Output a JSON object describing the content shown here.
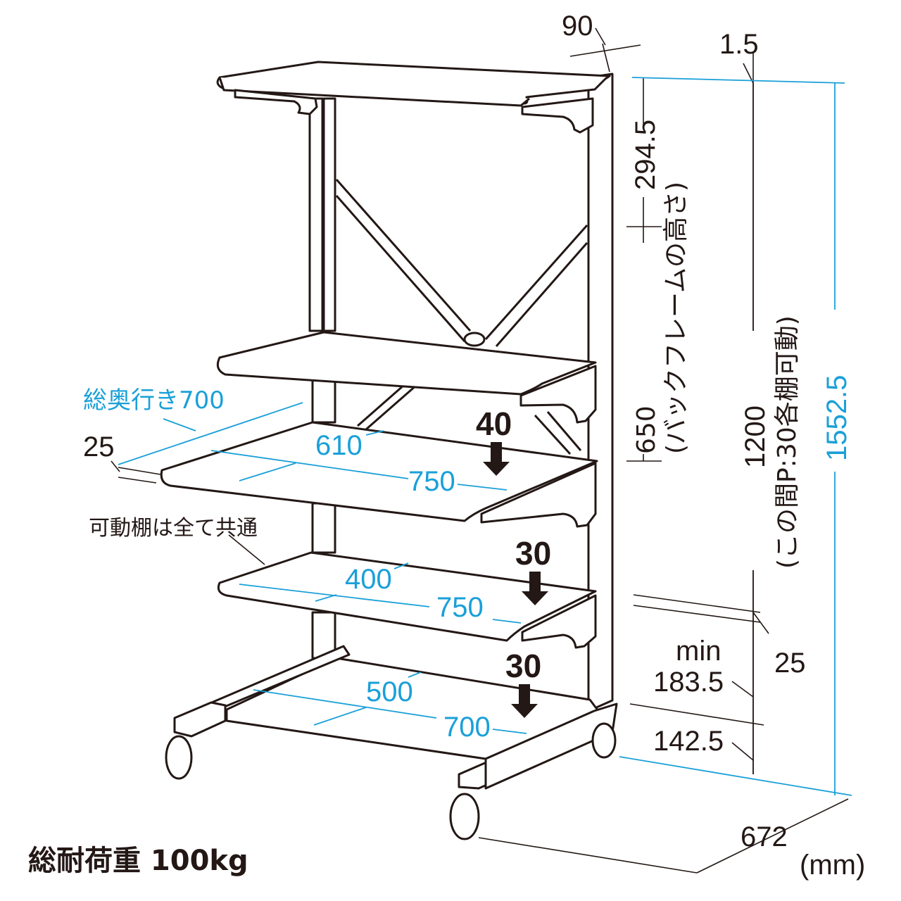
{
  "unit_label": "(mm)",
  "total_load": "総耐荷重 100kg",
  "common_shelf_note": "可動棚は全て共通",
  "total_depth_label": "総奥行き700",
  "back_frame_height_label": "650\n(バックフレームの高さ)",
  "adjustable_label": "1200\n(この間P:30各棚可動)",
  "shelf_loads": [
    "40",
    "30",
    "30"
  ],
  "dimensions": {
    "top_shelf_thickness": "90",
    "top_offset": "1.5",
    "top_section": "294.5",
    "back_frame": "650",
    "adjustable_range": "1200",
    "total_height": "1552.5",
    "front_lip": "25",
    "side_gap": "25",
    "min_clearance_label": "min",
    "min_clearance": "183.5",
    "base_height": "142.5",
    "base_depth": "672"
  },
  "shelves": [
    {
      "depth": "610",
      "width": "750"
    },
    {
      "depth": "400",
      "width": "750"
    },
    {
      "depth": "500",
      "width": "700"
    }
  ],
  "colors": {
    "line": "#231815",
    "dimension_accent": "#1aa0d8"
  }
}
